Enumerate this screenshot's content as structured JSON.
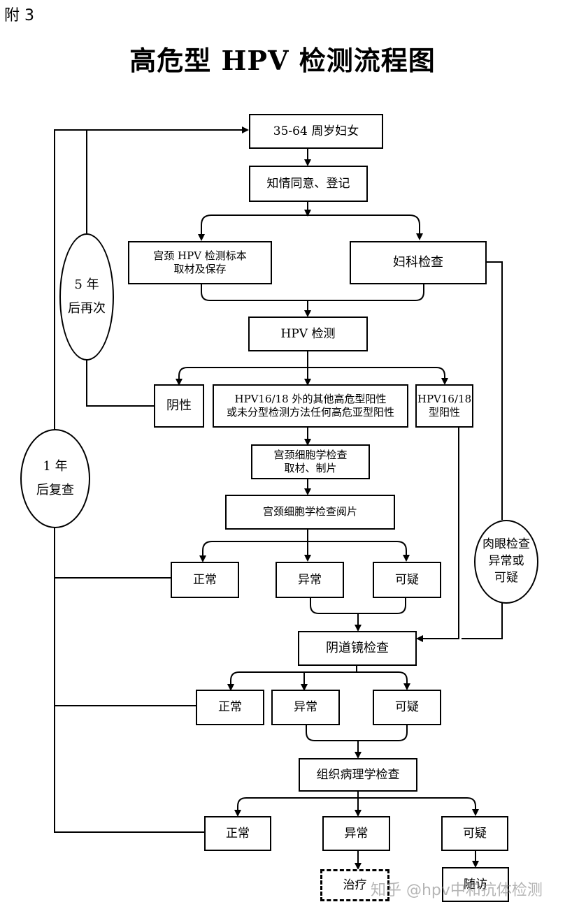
{
  "header": {
    "appendix": "附 3",
    "title": "高危型 HPV 检测流程图"
  },
  "nodes": {
    "women": "35-64 周岁妇女",
    "consent": "知情同意、登记",
    "sampling_l1": "宫颈 HPV 检测标本",
    "sampling_l2": "取材及保存",
    "gyn_exam": "妇科检查",
    "hpv_test": "HPV 检测",
    "negative": "阴性",
    "other_pos_l1": "HPV16/18 外的其他高危型阳性",
    "other_pos_l2": "或未分型检测方法任何高危亚型阳性",
    "hpv1618_l1": "HPV16/18",
    "hpv1618_l2": "型阳性",
    "cyto_l1": "宫颈细胞学检查",
    "cyto_l2": "取材、制片",
    "cyto_read": "宫颈细胞学检查阅片",
    "normal1": "正常",
    "abnormal1": "异常",
    "suspicious1": "可疑",
    "colposcopy": "阴道镜检查",
    "normal2": "正常",
    "abnormal2": "异常",
    "suspicious2": "可疑",
    "histo": "组织病理学检查",
    "normal3": "正常",
    "abnormal3": "异常",
    "suspicious3": "可疑",
    "treatment": "治疗",
    "followup": "随访"
  },
  "loops": {
    "five_year_l1": "5 年",
    "five_year_l2": "后再次",
    "one_year_l1": "1 年",
    "one_year_l2": "后复查",
    "naked_eye_l1": "肉眼检查",
    "naked_eye_l2": "异常或",
    "naked_eye_l3": "可疑"
  },
  "watermark": "知乎 @hpv中和抗体检测"
}
